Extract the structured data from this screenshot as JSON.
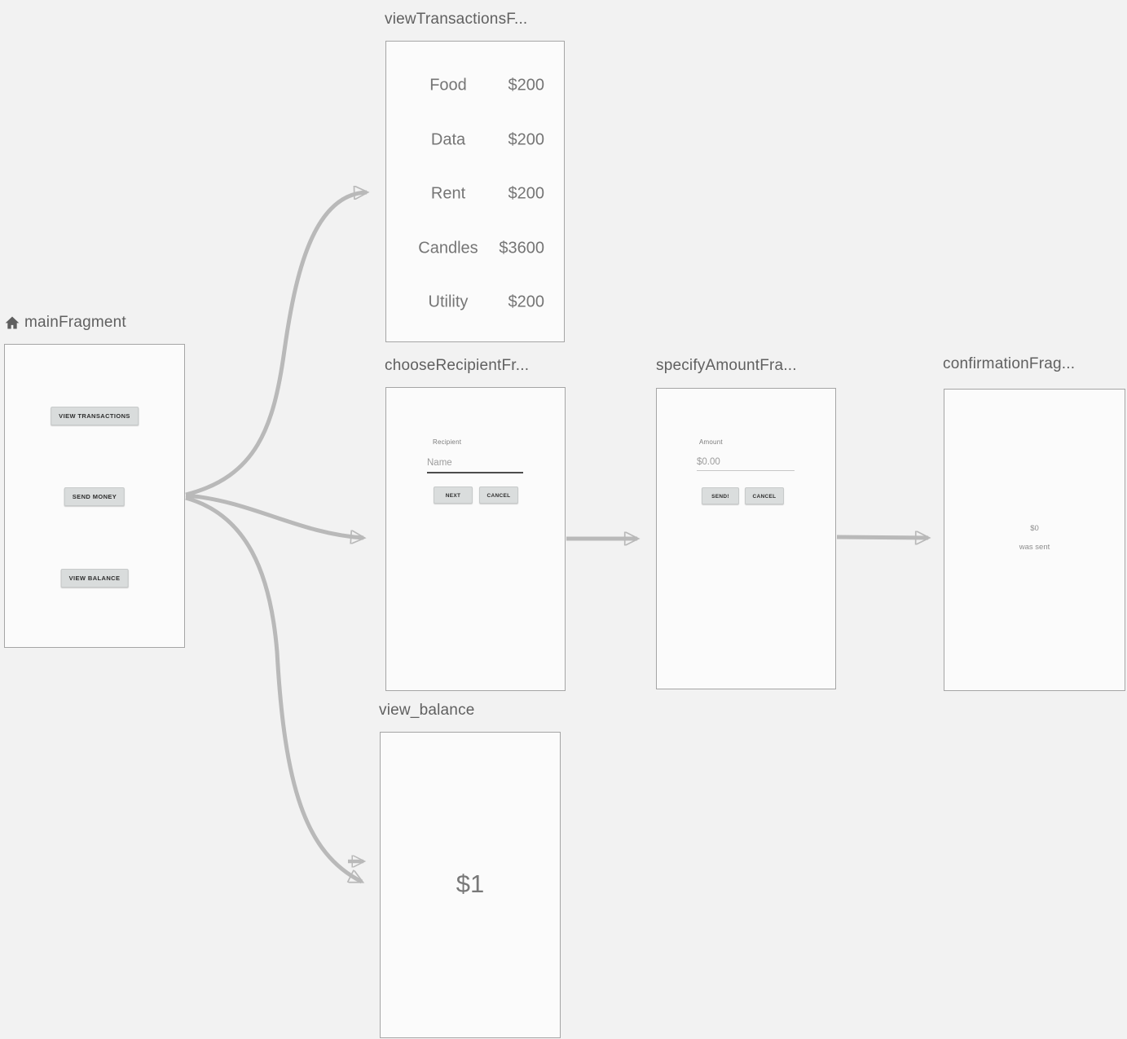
{
  "colors": {
    "canvas_bg": "#f2f2f2",
    "card_bg": "#fbfbfb",
    "card_border": "#a5a5a5",
    "arrow": "#b9b9b9",
    "title_text": "#606060",
    "preview_text": "#757575"
  },
  "fragments": {
    "main": {
      "title": "mainFragment",
      "home_icon": "home-icon",
      "buttons": {
        "view_transactions": "VIEW TRANSACTIONS",
        "send_money": "SEND MONEY",
        "view_balance": "VIEW BALANCE"
      }
    },
    "viewTransactions": {
      "title": "viewTransactionsF...",
      "rows": [
        {
          "label": "Food",
          "amount": "$200"
        },
        {
          "label": "Data",
          "amount": "$200"
        },
        {
          "label": "Rent",
          "amount": "$200"
        },
        {
          "label": "Candles",
          "amount": "$3600"
        },
        {
          "label": "Utility",
          "amount": "$200"
        }
      ]
    },
    "chooseRecipient": {
      "title": "chooseRecipientFr...",
      "field_label": "Recipient",
      "input_placeholder": "Name",
      "next_label": "NEXT",
      "cancel_label": "CANCEL"
    },
    "specifyAmount": {
      "title": "specifyAmountFra...",
      "field_label": "Amount",
      "input_placeholder": "$0.00",
      "send_label": "SEND!",
      "cancel_label": "CANCEL"
    },
    "confirmation": {
      "title": "confirmationFrag...",
      "amount": "$0",
      "message": "was sent"
    },
    "viewBalance": {
      "title": "view_balance",
      "balance": "$1"
    }
  }
}
